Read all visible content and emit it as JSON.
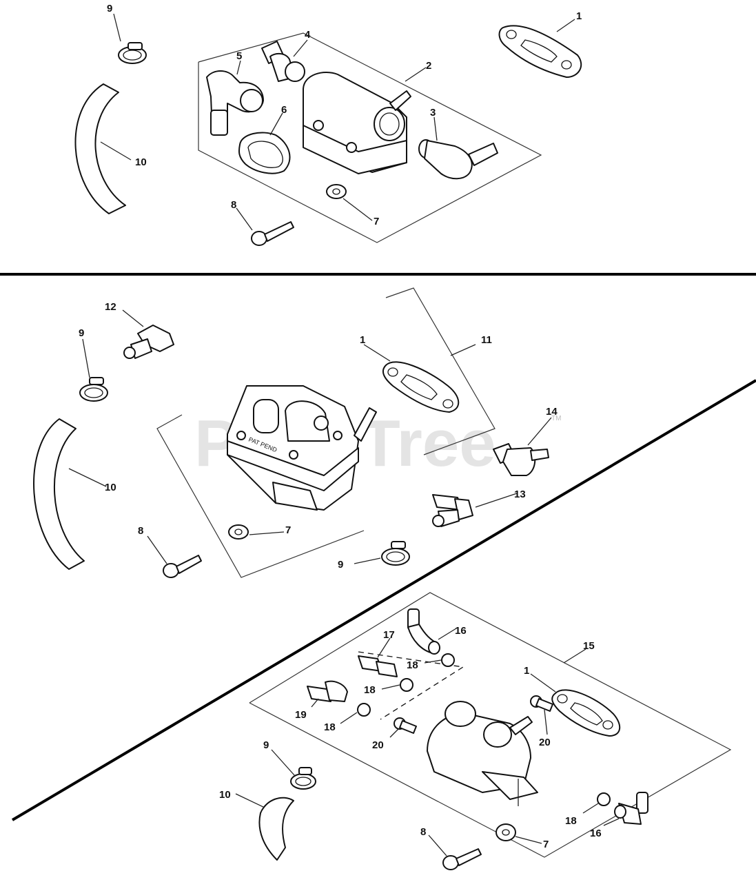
{
  "watermark": {
    "text": "PartsTree",
    "trademark": "TM"
  },
  "part_stamp": "PAT PEND",
  "callouts": {
    "top": [
      {
        "id": "c-top-9",
        "label": "9"
      },
      {
        "id": "c-top-4",
        "label": "4"
      },
      {
        "id": "c-top-1",
        "label": "1"
      },
      {
        "id": "c-top-5",
        "label": "5"
      },
      {
        "id": "c-top-2",
        "label": "2"
      },
      {
        "id": "c-top-6",
        "label": "6"
      },
      {
        "id": "c-top-3",
        "label": "3"
      },
      {
        "id": "c-top-10",
        "label": "10"
      },
      {
        "id": "c-top-8",
        "label": "8"
      },
      {
        "id": "c-top-7",
        "label": "7"
      }
    ],
    "middle": [
      {
        "id": "c-mid-12",
        "label": "12"
      },
      {
        "id": "c-mid-9a",
        "label": "9"
      },
      {
        "id": "c-mid-1",
        "label": "1"
      },
      {
        "id": "c-mid-11",
        "label": "11"
      },
      {
        "id": "c-mid-14",
        "label": "14"
      },
      {
        "id": "c-mid-10",
        "label": "10"
      },
      {
        "id": "c-mid-13",
        "label": "13"
      },
      {
        "id": "c-mid-8",
        "label": "8"
      },
      {
        "id": "c-mid-7",
        "label": "7"
      },
      {
        "id": "c-mid-9b",
        "label": "9"
      }
    ],
    "bottom": [
      {
        "id": "c-bot-16a",
        "label": "16"
      },
      {
        "id": "c-bot-17",
        "label": "17"
      },
      {
        "id": "c-bot-15",
        "label": "15"
      },
      {
        "id": "c-bot-18a",
        "label": "18"
      },
      {
        "id": "c-bot-1",
        "label": "1"
      },
      {
        "id": "c-bot-18b",
        "label": "18"
      },
      {
        "id": "c-bot-19",
        "label": "19"
      },
      {
        "id": "c-bot-18c",
        "label": "18"
      },
      {
        "id": "c-bot-20a",
        "label": "20"
      },
      {
        "id": "c-bot-20b",
        "label": "20"
      },
      {
        "id": "c-bot-9",
        "label": "9"
      },
      {
        "id": "c-bot-10",
        "label": "10"
      },
      {
        "id": "c-bot-18d",
        "label": "18"
      },
      {
        "id": "c-bot-16b",
        "label": "16"
      },
      {
        "id": "c-bot-7",
        "label": "7"
      },
      {
        "id": "c-bot-8",
        "label": "8"
      }
    ]
  }
}
